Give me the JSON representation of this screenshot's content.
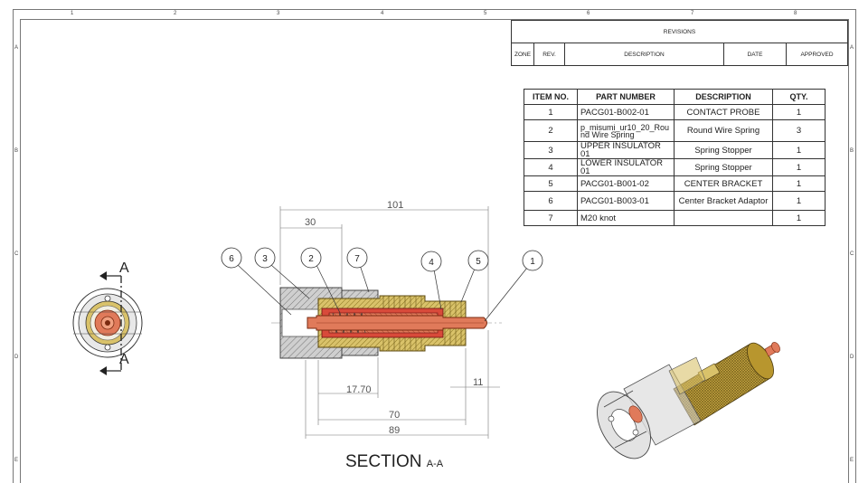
{
  "zones_top": [
    "1",
    "2",
    "3",
    "4",
    "5",
    "6",
    "7",
    "8"
  ],
  "zones_side": [
    "A",
    "B",
    "C",
    "D",
    "E"
  ],
  "revisions": {
    "title": "REVISIONS",
    "headers": [
      "ZONE",
      "REV.",
      "DESCRIPTION",
      "DATE",
      "APPROVED"
    ]
  },
  "bom": {
    "headers": [
      "ITEM NO.",
      "PART NUMBER",
      "DESCRIPTION",
      "QTY."
    ],
    "rows": [
      {
        "item": "1",
        "part": "PACG01-B002-01",
        "desc": "CONTACT PROBE",
        "qty": "1"
      },
      {
        "item": "2",
        "part": "p_misumi_ur10_20_Round Wire Spring",
        "desc": "Round Wire Spring",
        "qty": "3"
      },
      {
        "item": "3",
        "part": "UPPER INSULATOR 01",
        "desc": "Spring Stopper",
        "qty": "1"
      },
      {
        "item": "4",
        "part": "LOWER INSULATOR 01",
        "desc": "Spring Stopper",
        "qty": "1"
      },
      {
        "item": "5",
        "part": "PACG01-B001-02",
        "desc": "CENTER BRACKET",
        "qty": "1"
      },
      {
        "item": "6",
        "part": "PACG01-B003-01",
        "desc": "Center Bracket Adaptor",
        "qty": "1"
      },
      {
        "item": "7",
        "part": "M20 knot",
        "desc": "",
        "qty": "1"
      }
    ]
  },
  "dimensions": {
    "d101": "101",
    "d30": "30",
    "d1770": "17.70",
    "d70": "70",
    "d89": "89",
    "d11": "11"
  },
  "balloons": [
    "6",
    "3",
    "2",
    "7",
    "4",
    "5",
    "1"
  ],
  "section_label": {
    "main": "SECTION",
    "sub": "A-A"
  },
  "cut_label": "A",
  "colors": {
    "copper": "#e07a5a",
    "brass": "#d9c26a",
    "gray_body": "#c8c8c8",
    "hatch": "#555555"
  }
}
